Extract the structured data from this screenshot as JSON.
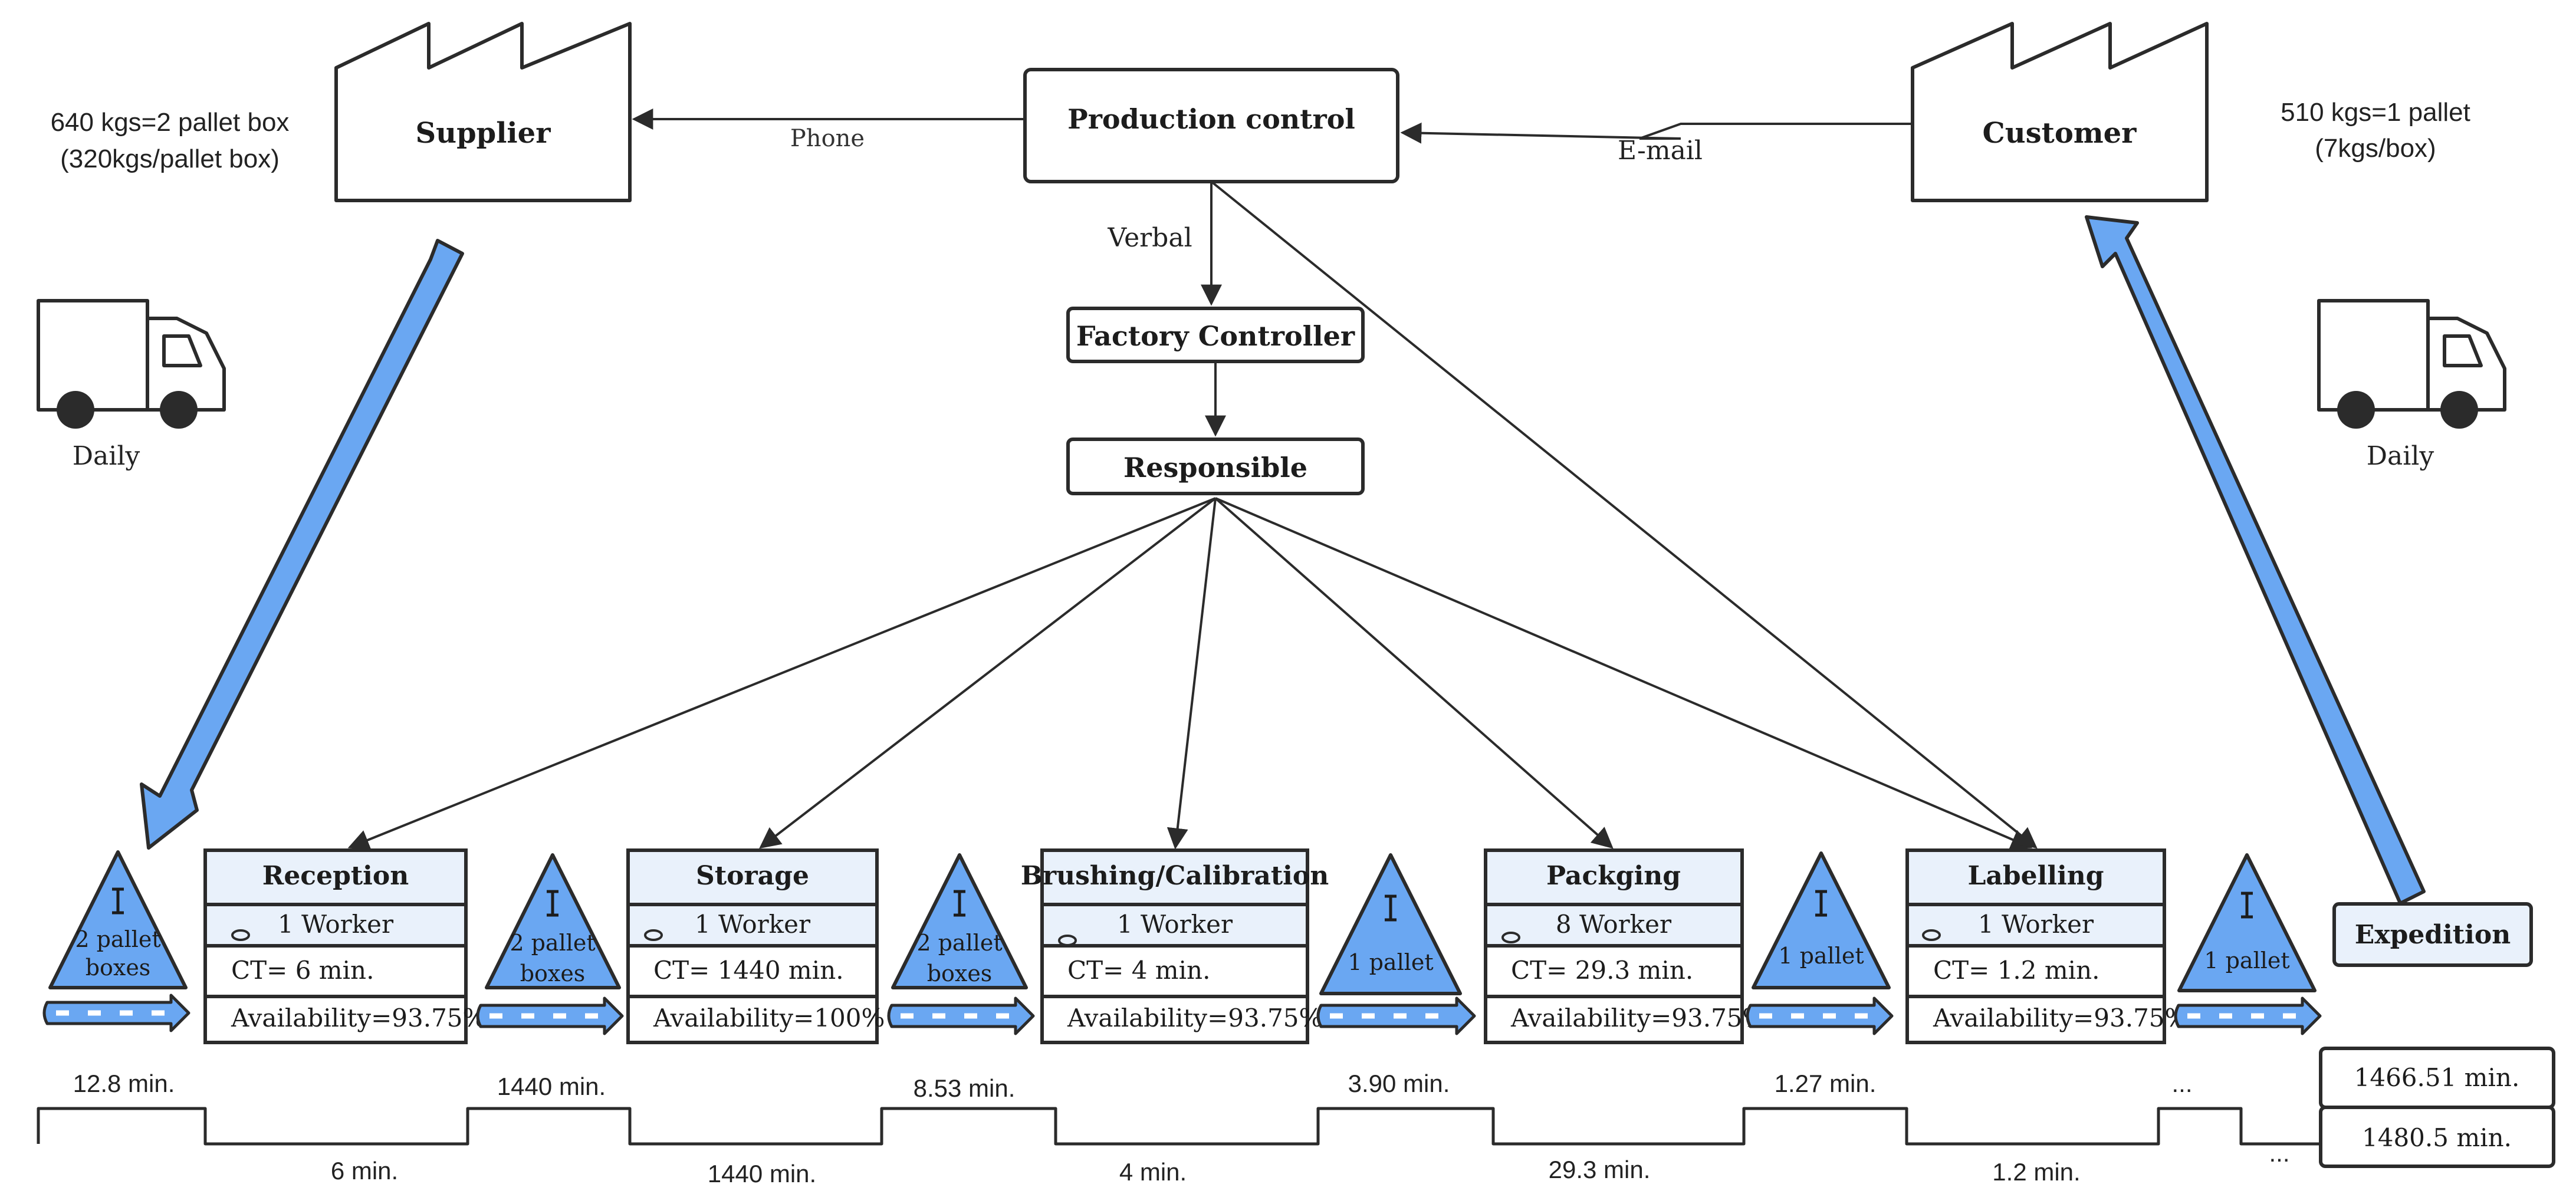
{
  "colors": {
    "accent": "#6aa7f2",
    "stroke": "#2b2b2b",
    "process_header": "#e9f1fb"
  },
  "supplier": {
    "label": "Supplier",
    "note_line1": "640 kgs=2 pallet box",
    "note_line2": "(320kgs/pallet box)"
  },
  "customer": {
    "label": "Customer",
    "note_line1": "510 kgs=1 pallet",
    "note_line2": "(7kgs/box)"
  },
  "production_control": {
    "label": "Production control"
  },
  "factory_controller": {
    "label": "Factory Controller"
  },
  "responsible": {
    "label": "Responsible"
  },
  "links": {
    "phone": "Phone",
    "email": "E-mail",
    "verbal": "Verbal"
  },
  "trucks": {
    "left_label": "Daily",
    "right_label": "Daily"
  },
  "processes": [
    {
      "name": "Reception",
      "workers": "1 Worker",
      "ct": "CT= 6 min.",
      "availability": "Availability=93.75%"
    },
    {
      "name": "Storage",
      "workers": "1 Worker",
      "ct": "CT= 1440 min.",
      "availability": "Availability=100%"
    },
    {
      "name": "Brushing/Calibration",
      "workers": "1 Worker",
      "ct": "CT= 4 min.",
      "availability": "Availability=93.75%"
    },
    {
      "name": "Packging",
      "workers": "8 Worker",
      "ct": "CT= 29.3 min.",
      "availability": "Availability=93.75%"
    },
    {
      "name": "Labelling",
      "workers": "1 Worker",
      "ct": "CT= 1.2 min.",
      "availability": "Availability=93.75%"
    }
  ],
  "expedition": {
    "label": "Expedition"
  },
  "inventories": [
    {
      "line1": "2 pallet",
      "line2": "boxes"
    },
    {
      "line1": "2 pallet",
      "line2": "boxes"
    },
    {
      "line1": "2 pallet",
      "line2": "boxes"
    },
    {
      "line1": "1 pallet",
      "line2": ""
    },
    {
      "line1": "1 pallet",
      "line2": ""
    },
    {
      "line1": "1 pallet",
      "line2": ""
    }
  ],
  "timeline": {
    "wait_times": [
      "12.8 min.",
      "1440 min.",
      "8.53 min.",
      "3.90 min.",
      "1.27 min.",
      "..."
    ],
    "process_times": [
      "6 min.",
      "1440 min.",
      "4 min.",
      "29.3 min.",
      "1.2 min.",
      "..."
    ],
    "total_lead_time": "1466.51 min.",
    "total_process_time": "1480.5 min."
  }
}
